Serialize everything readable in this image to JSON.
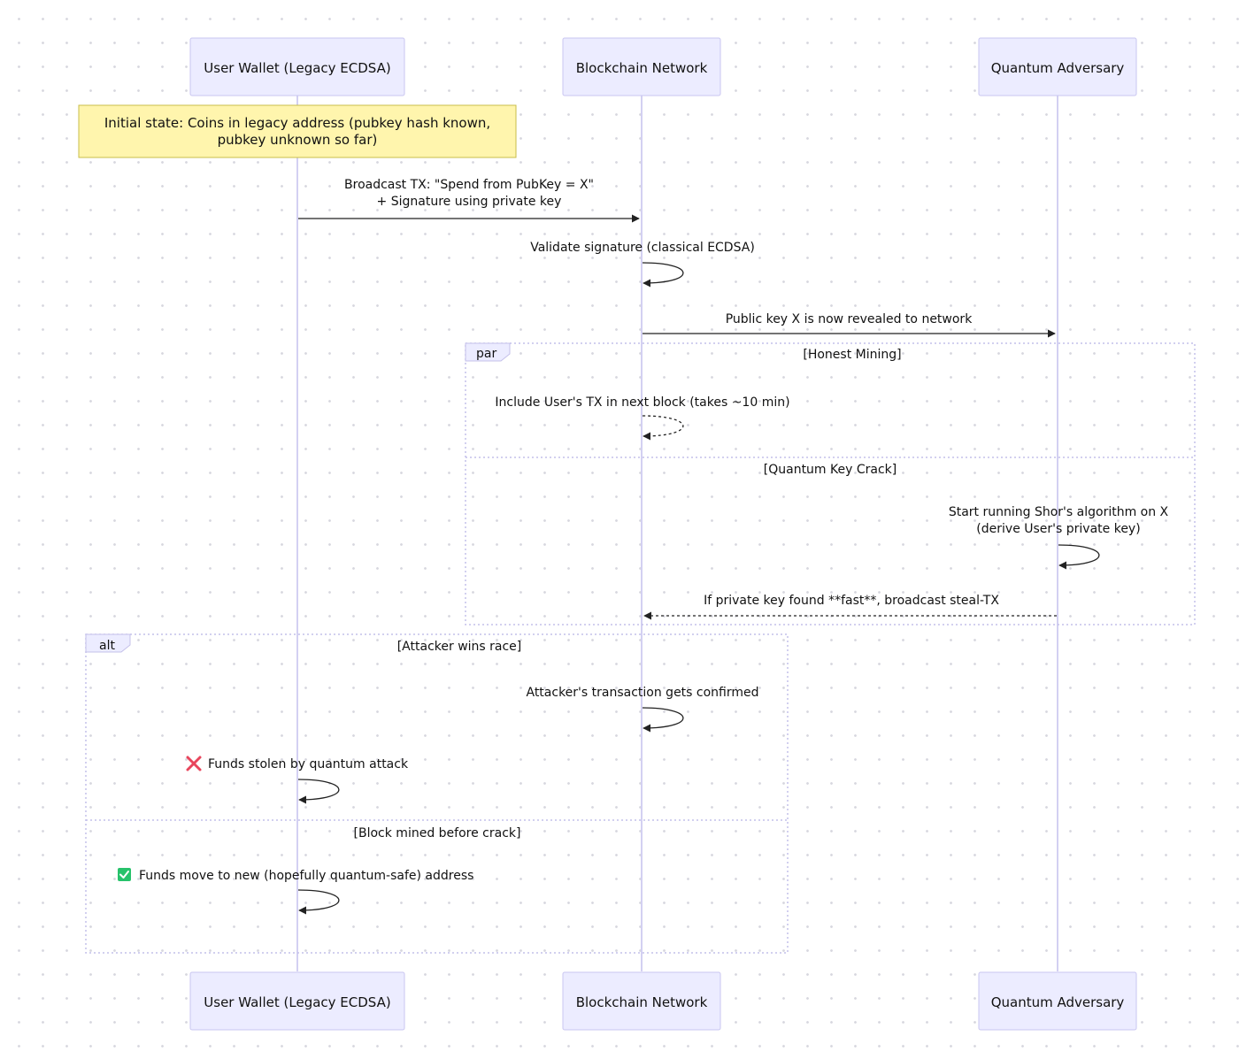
{
  "participants": [
    {
      "id": "wallet",
      "label": "User Wallet (Legacy ECDSA)"
    },
    {
      "id": "network",
      "label": "Blockchain Network"
    },
    {
      "id": "adversary",
      "label": "Quantum Adversary"
    }
  ],
  "note": {
    "lines": [
      "Initial state: Coins in legacy address (pubkey hash known,",
      "pubkey unknown so far)"
    ]
  },
  "messages": [
    {
      "from": "wallet",
      "to": "network",
      "style": "solid",
      "lines": [
        "Broadcast TX: \"Spend from PubKey = X\"",
        "+ Signature using private key"
      ]
    },
    {
      "from": "network",
      "to": "network",
      "style": "solid",
      "lines": [
        "Validate signature (classical ECDSA)"
      ]
    },
    {
      "from": "network",
      "to": "adversary",
      "style": "solid",
      "lines": [
        "Public key X is now revealed to network"
      ]
    },
    {
      "from": "network",
      "to": "network",
      "style": "dashed",
      "lines": [
        "Include User's TX in next block (takes ~10 min)"
      ]
    },
    {
      "from": "adversary",
      "to": "adversary",
      "style": "solid",
      "lines": [
        "Start running Shor's algorithm on X",
        "(derive User's private key)"
      ]
    },
    {
      "from": "adversary",
      "to": "network",
      "style": "dashed",
      "lines": [
        "If private key found **fast**, broadcast steal-TX"
      ]
    },
    {
      "from": "network",
      "to": "network",
      "style": "solid",
      "lines": [
        "Attacker's transaction gets confirmed"
      ]
    },
    {
      "from": "wallet",
      "to": "wallet",
      "style": "solid",
      "icon": "cross",
      "lines": [
        "Funds stolen by quantum attack"
      ]
    },
    {
      "from": "wallet",
      "to": "wallet",
      "style": "solid",
      "icon": "check",
      "lines": [
        "Funds move to new (hopefully quantum-safe) address"
      ]
    }
  ],
  "frames": [
    {
      "kind": "par",
      "sections": [
        "[Honest Mining]",
        "[Quantum Key Crack]"
      ]
    },
    {
      "kind": "alt",
      "sections": [
        "[Attacker wins race]",
        "[Block mined before crack]"
      ]
    }
  ],
  "colors": {
    "actor_fill": "#ececff",
    "actor_border": "#c9c6f0",
    "lifeline": "#d3d0f2",
    "note_fill": "#fff5ad",
    "note_border": "#c8be4a",
    "cross_icon": "#e8455c",
    "check_icon": "#27c26b"
  }
}
